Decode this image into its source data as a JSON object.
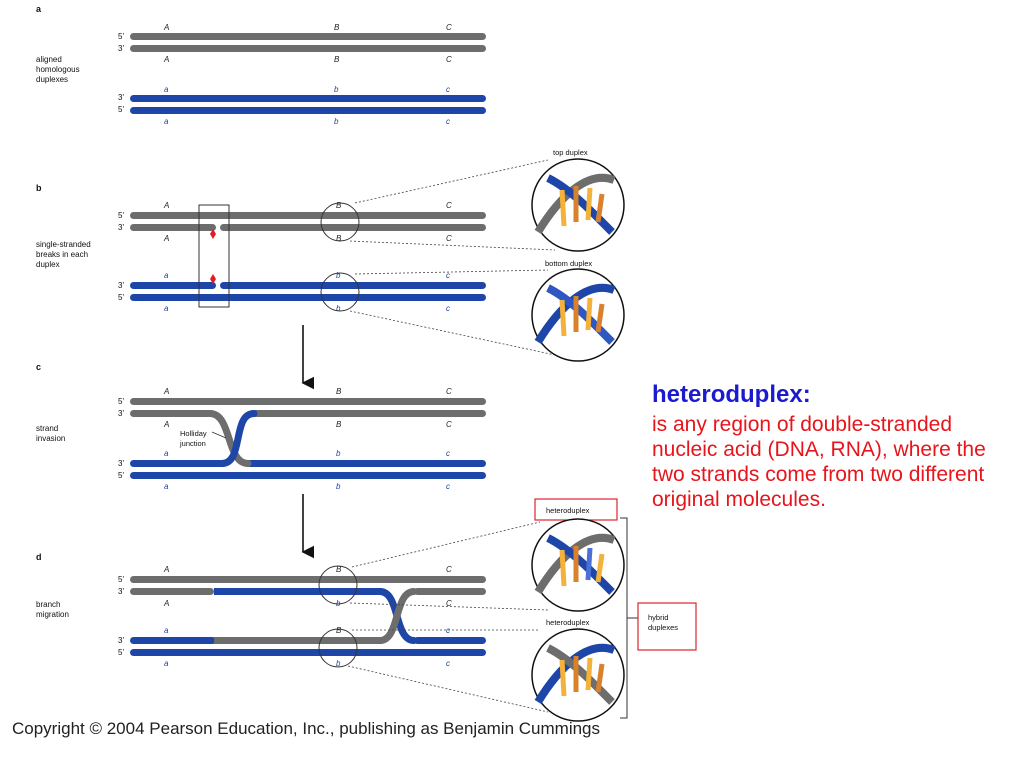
{
  "panels": [
    {
      "letter": "a",
      "label_lines": [
        "aligned",
        "homologous",
        "duplexes"
      ]
    },
    {
      "letter": "b",
      "label_lines": [
        "single-stranded",
        "breaks in each",
        "duplex"
      ]
    },
    {
      "letter": "c",
      "label_lines": [
        "strand",
        "invasion"
      ]
    },
    {
      "letter": "d",
      "label_lines": [
        "branch",
        "migration"
      ]
    }
  ],
  "strand_ends": {
    "five_prime": "5'",
    "three_prime": "3'"
  },
  "genes": {
    "upper": [
      "A",
      "B",
      "C"
    ],
    "lower": [
      "a",
      "b",
      "c"
    ]
  },
  "callouts": {
    "top_duplex": "top duplex",
    "bottom_duplex": "bottom duplex",
    "holliday": [
      "Holliday",
      "junction"
    ],
    "heteroduplex": "heteroduplex",
    "hybrid": [
      "hybrid",
      "duplexes"
    ]
  },
  "definition": {
    "term": "heteroduplex:",
    "text": "is any region of double-stranded nucleic acid (DNA, RNA), where the two strands come from two different original molecules."
  },
  "copyright": "Copyright © 2004 Pearson Education, Inc., publishing as Benjamin Cummings",
  "colors": {
    "gray_strand": "#6d6d6d",
    "blue_strand": "#1d46a8",
    "term": "#1a1ad0",
    "text": "#e8141c",
    "callout_box": "#d9262c"
  }
}
